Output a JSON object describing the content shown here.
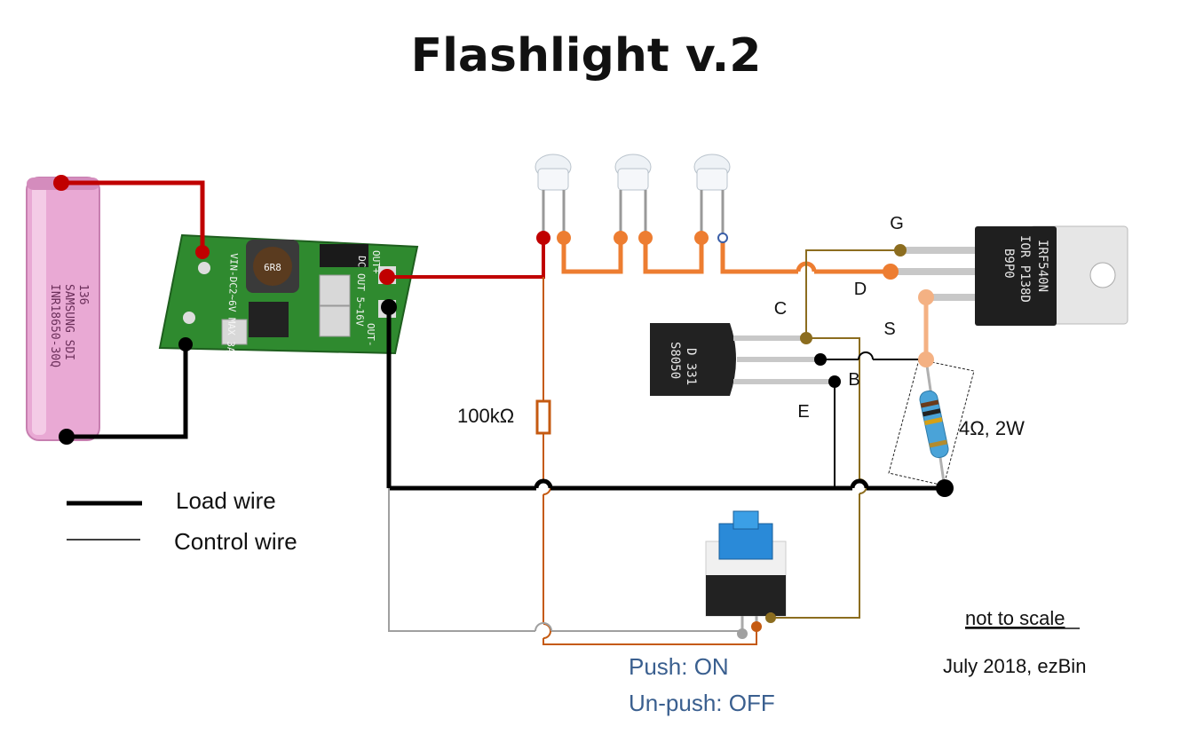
{
  "title": "Flashlight v.2",
  "labels": {
    "resistor_100k": "100kΩ",
    "resistor_4": "4Ω, 2W",
    "pin_g": "G",
    "pin_d": "D",
    "pin_s": "S",
    "pin_c": "C",
    "pin_b": "B",
    "pin_e": "E"
  },
  "legend": {
    "load_wire": "Load wire",
    "control_wire": "Control wire"
  },
  "switch_text": {
    "on": "Push: ON",
    "off": "Un-push: OFF"
  },
  "notes": {
    "scale": "not to scale",
    "credit": "July 2018, ezBin"
  },
  "components": {
    "battery_text": [
      "INR18650-30Q",
      "SAMSUNG SDI",
      "136"
    ],
    "converter_text": [
      "DC OUT 5~16V",
      "VIN-DC2~6V MAX 3A",
      "OUT+",
      "OUT-",
      "6R8"
    ],
    "mosfet_text": [
      "IRF540N",
      "IOR P138D",
      "B9P0"
    ],
    "transistor_text": [
      "S8050",
      "D 331"
    ]
  },
  "colors": {
    "load_wire": "#000000",
    "positive_wire": "#c00000",
    "led_wire": "#ed7d31",
    "control_brown": "#8c6d1f",
    "control_orange": "#c55a11",
    "control_gray": "#a0a0a0",
    "source_wire": "#f4b183",
    "battery": "#e9a9d4",
    "pcb": "#2f8a2f"
  }
}
